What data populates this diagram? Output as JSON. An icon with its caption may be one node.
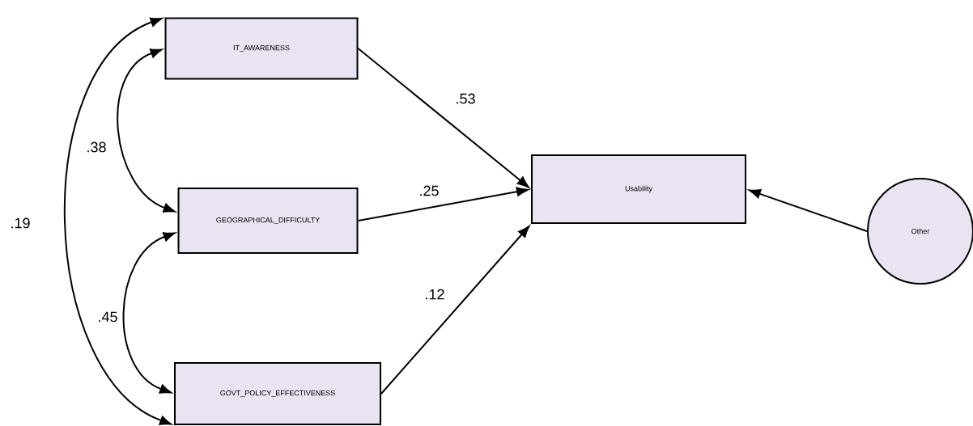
{
  "diagram": {
    "nodes": [
      {
        "text": [
          "IT_AWARENESS"
        ]
      },
      {
        "text": [
          "GEOGRAPHICAL_DIFFICULTY"
        ]
      },
      {
        "text": [
          "GOVT_POLICY_EFFECTIVENESS"
        ]
      },
      {
        "text": [
          "Usability"
        ]
      },
      {
        "text": [
          "Other"
        ]
      }
    ],
    "edges": [
      {
        "from": 0,
        "to": 3,
        "arrow": "to",
        "label": ".53"
      },
      {
        "from": 1,
        "to": 3,
        "arrow": "to",
        "label": ".25"
      },
      {
        "from": 2,
        "to": 3,
        "arrow": "to",
        "label": ".12"
      },
      {
        "from": 4,
        "to": 3,
        "arrow": "to"
      },
      {
        "from": 0,
        "to": 1,
        "arrow": "both",
        "label": ".38"
      },
      {
        "from": 1,
        "to": 2,
        "arrow": "both",
        "label": ".45"
      },
      {
        "from": 0,
        "to": 2,
        "arrow": "both",
        "label": ".19"
      }
    ]
  }
}
